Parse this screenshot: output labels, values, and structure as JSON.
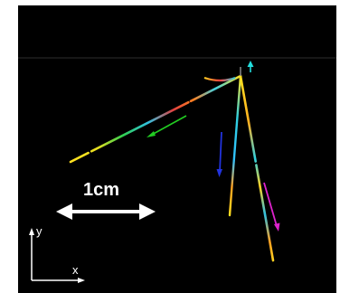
{
  "scale_bar": {
    "label": "1cm"
  },
  "axes": {
    "x_label": "x",
    "y_label": "y"
  },
  "colors": {
    "background": "#000000",
    "foreground": "#ffffff",
    "arrow_green": "#22cc22",
    "arrow_blue": "#2233dd",
    "arrow_magenta": "#dd22cc",
    "arrow_cyan": "#22dddd"
  }
}
